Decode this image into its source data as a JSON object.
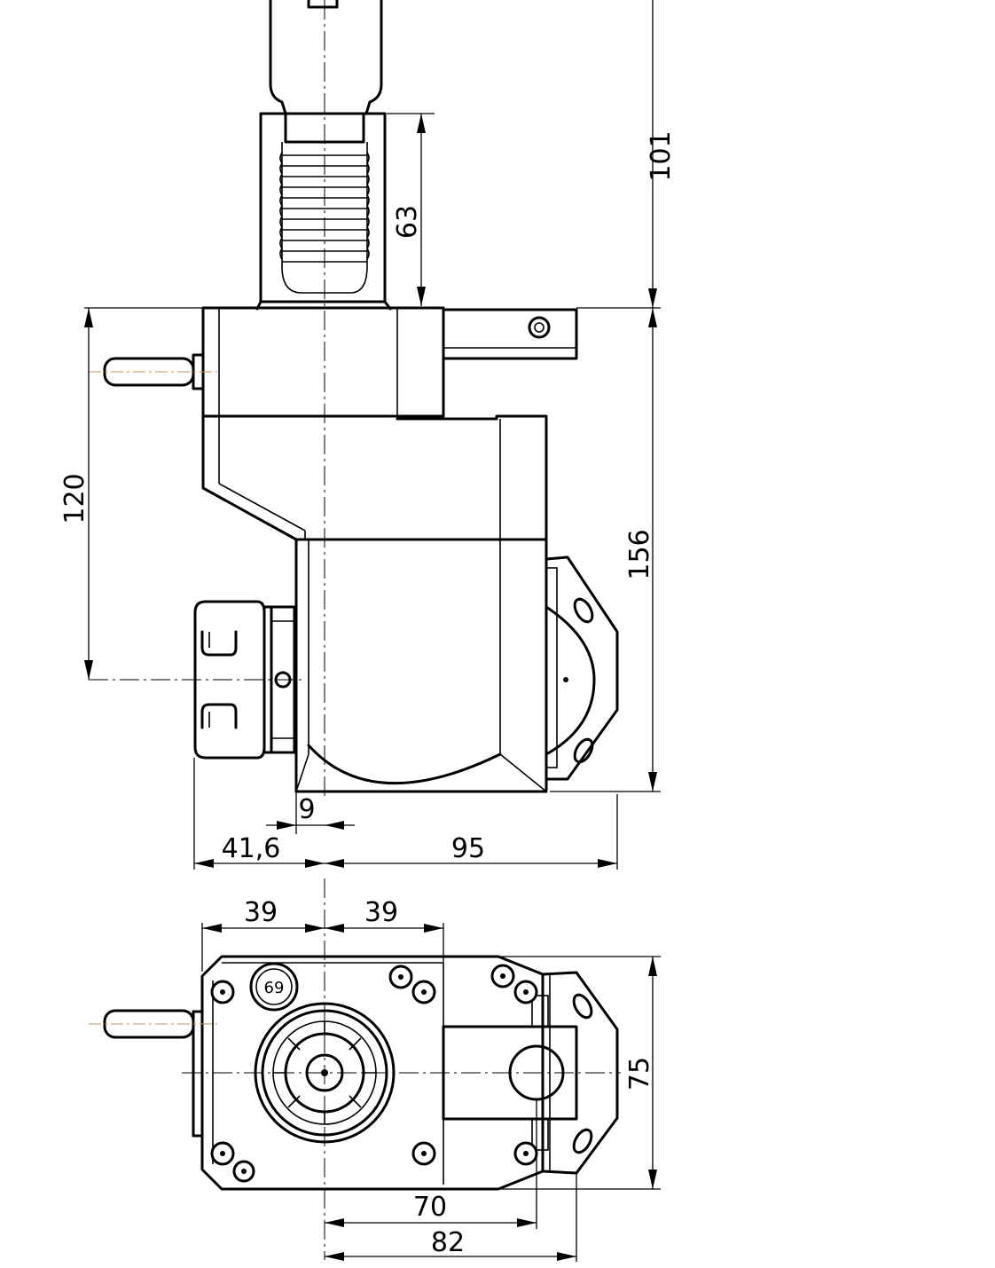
{
  "drawing": {
    "dimensions": {
      "d101": "101",
      "d63": "63",
      "d120": "120",
      "d156": "156",
      "d9": "9",
      "d41_6": "41,6",
      "d95": "95",
      "d39_left": "39",
      "d39_right": "39",
      "d75": "75",
      "d70": "70",
      "d82": "82"
    },
    "markings": {
      "er_logo": "69"
    }
  }
}
